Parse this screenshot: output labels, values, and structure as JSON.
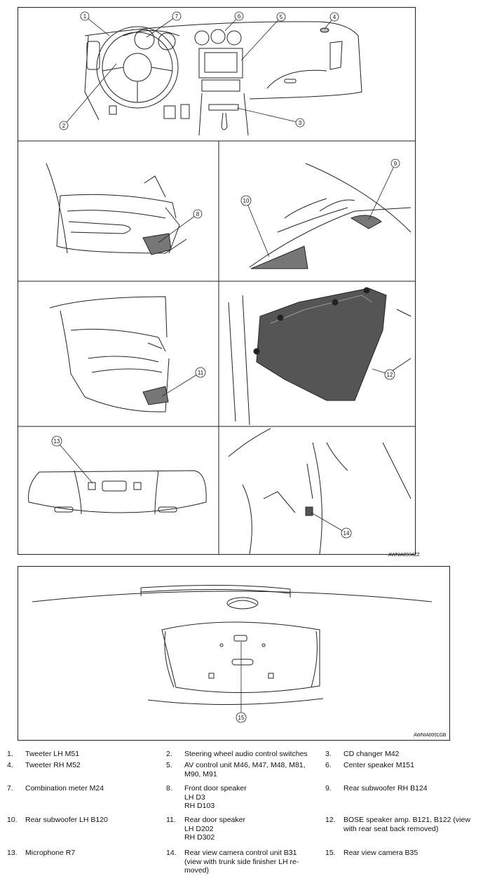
{
  "figure_top": {
    "code": "AWNIA0934ZZ",
    "callouts": [
      "1",
      "2",
      "3",
      "4",
      "5",
      "6",
      "7",
      "8",
      "9",
      "10",
      "11",
      "12",
      "13",
      "14"
    ]
  },
  "figure_bottom": {
    "code": "AWNIA0091GB",
    "callouts": [
      "15"
    ]
  },
  "legend": [
    [
      {
        "num": "1.",
        "text": "Tweeter LH M51"
      },
      {
        "num": "2.",
        "text": "Steering wheel audio control switches"
      },
      {
        "num": "3.",
        "text": "CD changer M42"
      }
    ],
    [
      {
        "num": "4.",
        "text": "Tweeter RH M52"
      },
      {
        "num": "5.",
        "text": "AV control unit M46, M47, M48, M81,\nM90, M91"
      },
      {
        "num": "6.",
        "text": "Center speaker M151"
      }
    ],
    [
      {
        "num": "7.",
        "text": "Combination meter M24"
      },
      {
        "num": "8.",
        "text": "Front door speaker\nLH D3\nRH D103"
      },
      {
        "num": "9.",
        "text": "Rear subwoofer RH B124"
      }
    ],
    [
      {
        "num": "10.",
        "text": "Rear subwoofer LH B120"
      },
      {
        "num": "11.",
        "text": "Rear door speaker\nLH D202\nRH D302"
      },
      {
        "num": "12.",
        "text": "BOSE speaker amp. B121, B122 (view\nwith rear seat back removed)"
      }
    ],
    [
      {
        "num": "13.",
        "text": "Microphone R7"
      },
      {
        "num": "14.",
        "text": "Rear view camera control unit B31\n(view with trunk side finisher LH re-\nmoved)"
      },
      {
        "num": "15.",
        "text": "Rear view camera B35"
      }
    ]
  ]
}
